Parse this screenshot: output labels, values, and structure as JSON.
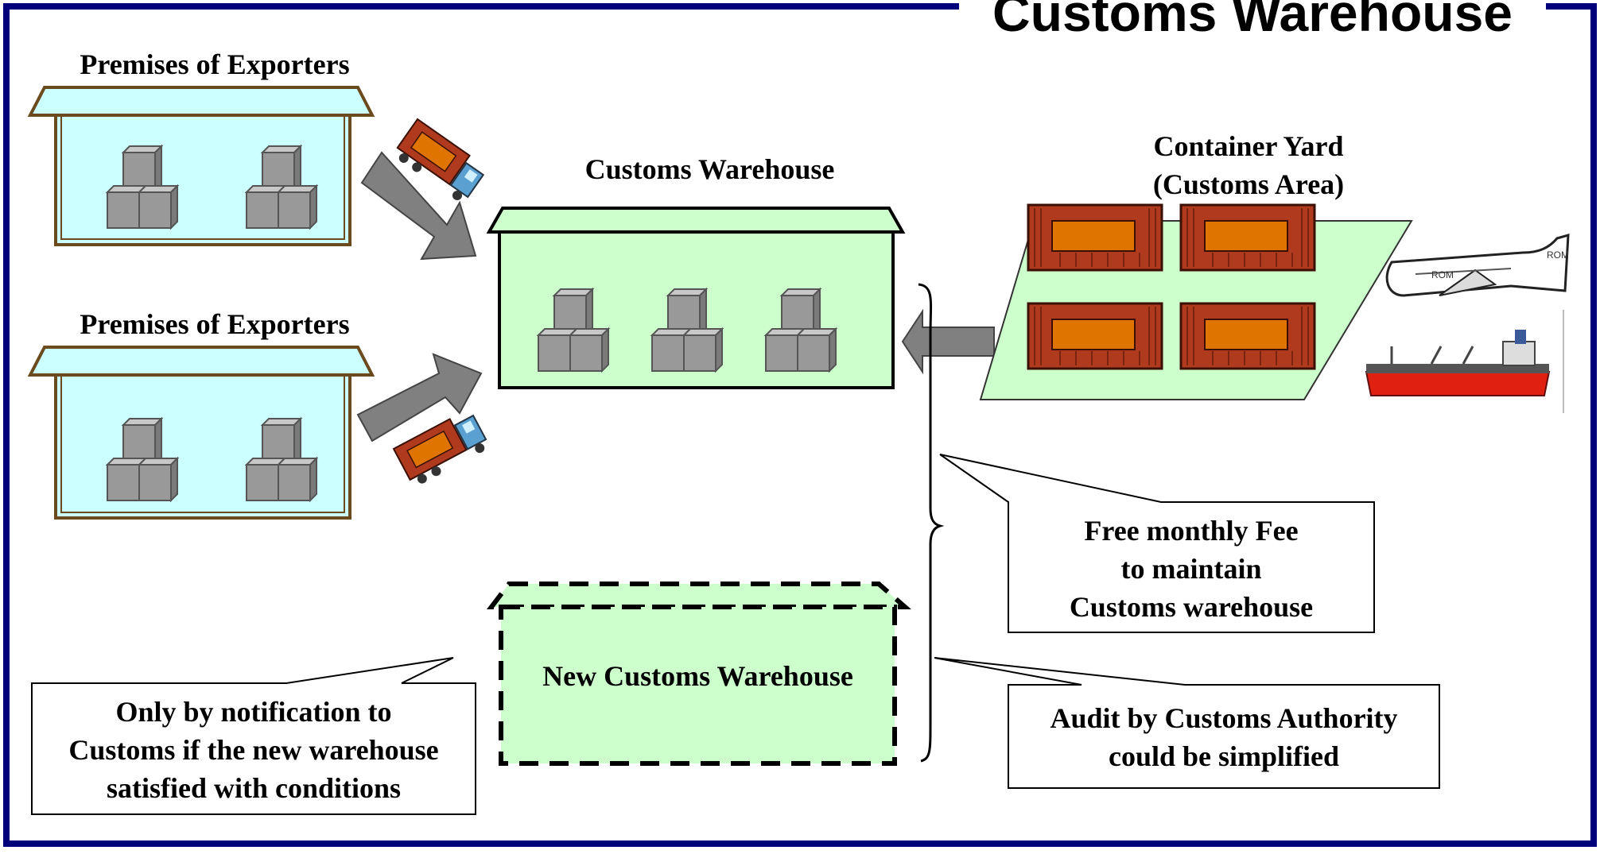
{
  "title": "Customs Warehouse",
  "exporters": {
    "top_label": "Premises  of Exporters",
    "bottom_label": "Premises  of Exporters"
  },
  "warehouse": {
    "label": "Customs Warehouse"
  },
  "container_yard": {
    "line1": "Container Yard",
    "line2": "(Customs Area)"
  },
  "new_warehouse": {
    "label": "New Customs Warehouse"
  },
  "callouts": {
    "fee": [
      "Free monthly Fee",
      "to maintain",
      "Customs warehouse"
    ],
    "audit": [
      "Audit by Customs Authority",
      "could be simplified"
    ],
    "notification": [
      "Only by notification to",
      "Customs if the new warehouse",
      "satisfied with conditions"
    ]
  },
  "plane_marking": "ROM",
  "icons": [
    "truck-icon",
    "airplane-icon",
    "ship-icon",
    "box-stack-icon",
    "container-icon",
    "arrow-icon"
  ],
  "colors": {
    "frame": "#00007a",
    "exporter_fill": "#ccffff",
    "warehouse_fill": "#ccffcc",
    "box_fill": "#999999",
    "arrow_fill": "#808080",
    "container_fill": "#b03a1e",
    "container_panel": "#e07400",
    "ship_hull": "#e02010"
  }
}
